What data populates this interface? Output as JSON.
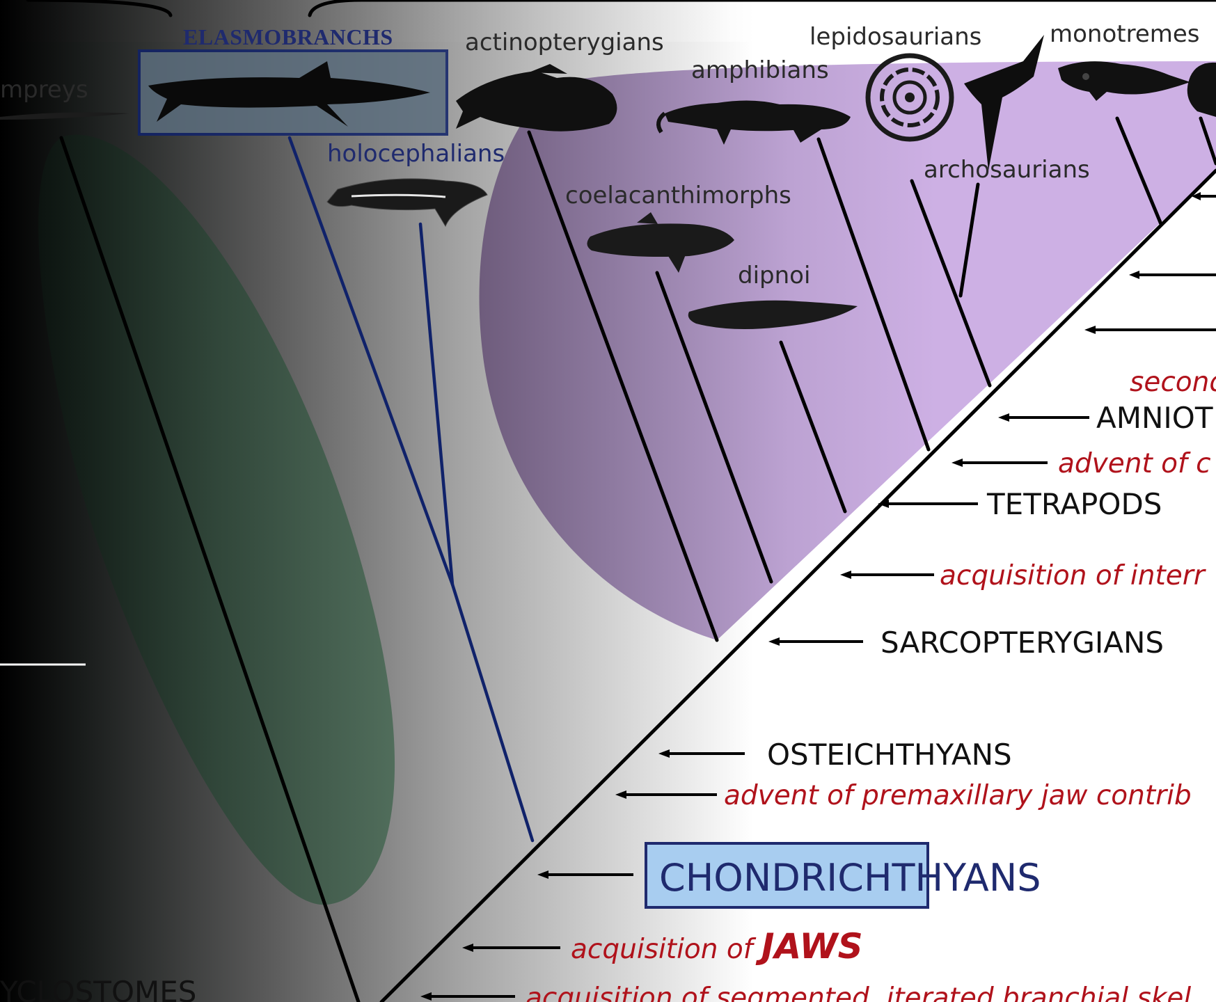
{
  "labels": {
    "lampreys": "mpreys",
    "elasmobranchs": "ELASMOBRANCHS",
    "actinopterygians": "actinopterygians",
    "amphibians": "amphibians",
    "lepidosaurians": "lepidosaurians",
    "monotremes": "monotremes",
    "holocephalians": "holocephalians",
    "coelacanthimorphs": "coelacanthimorphs",
    "archosaurians": "archosaurians",
    "dipnoi": "dipnoi",
    "cyclostomes": "YCLOSTOMES"
  },
  "nodes": {
    "secondary": "second",
    "amniotes": "AMNIOT",
    "advent_of": "advent of c",
    "tetrapods": "TETRAPODS",
    "acquisition_internal": "acquisition of interr",
    "sarcopterygians": "SARCOPTERYGIANS",
    "osteichthyans": "OSTEICHTHYANS",
    "premaxillary": "advent of premaxillary jaw contrib",
    "chondrichthyans": "CHONDRICHTHYANS",
    "jaws_prefix": "acquisition of ",
    "jaws_word": "JAWS",
    "branchial": "acquisition of segmented, iterated branchial skel"
  },
  "colors": {
    "highlight_purple": "#cdb0e4",
    "cyclostome_green": "#3f5e4b",
    "event_red": "#b0121b",
    "chondro_blue": "#1f2a6e",
    "chondro_box_fill": "#a8cdf0",
    "elasmo_box_stroke": "#10226a"
  },
  "icons": [
    "lamprey-icon",
    "shark-icon",
    "chimaera-icon",
    "perch-icon",
    "coelacanth-icon",
    "lungfish-icon",
    "salamander-icon",
    "snake-icon",
    "bird-icon",
    "platypus-icon",
    "mammal-icon"
  ]
}
